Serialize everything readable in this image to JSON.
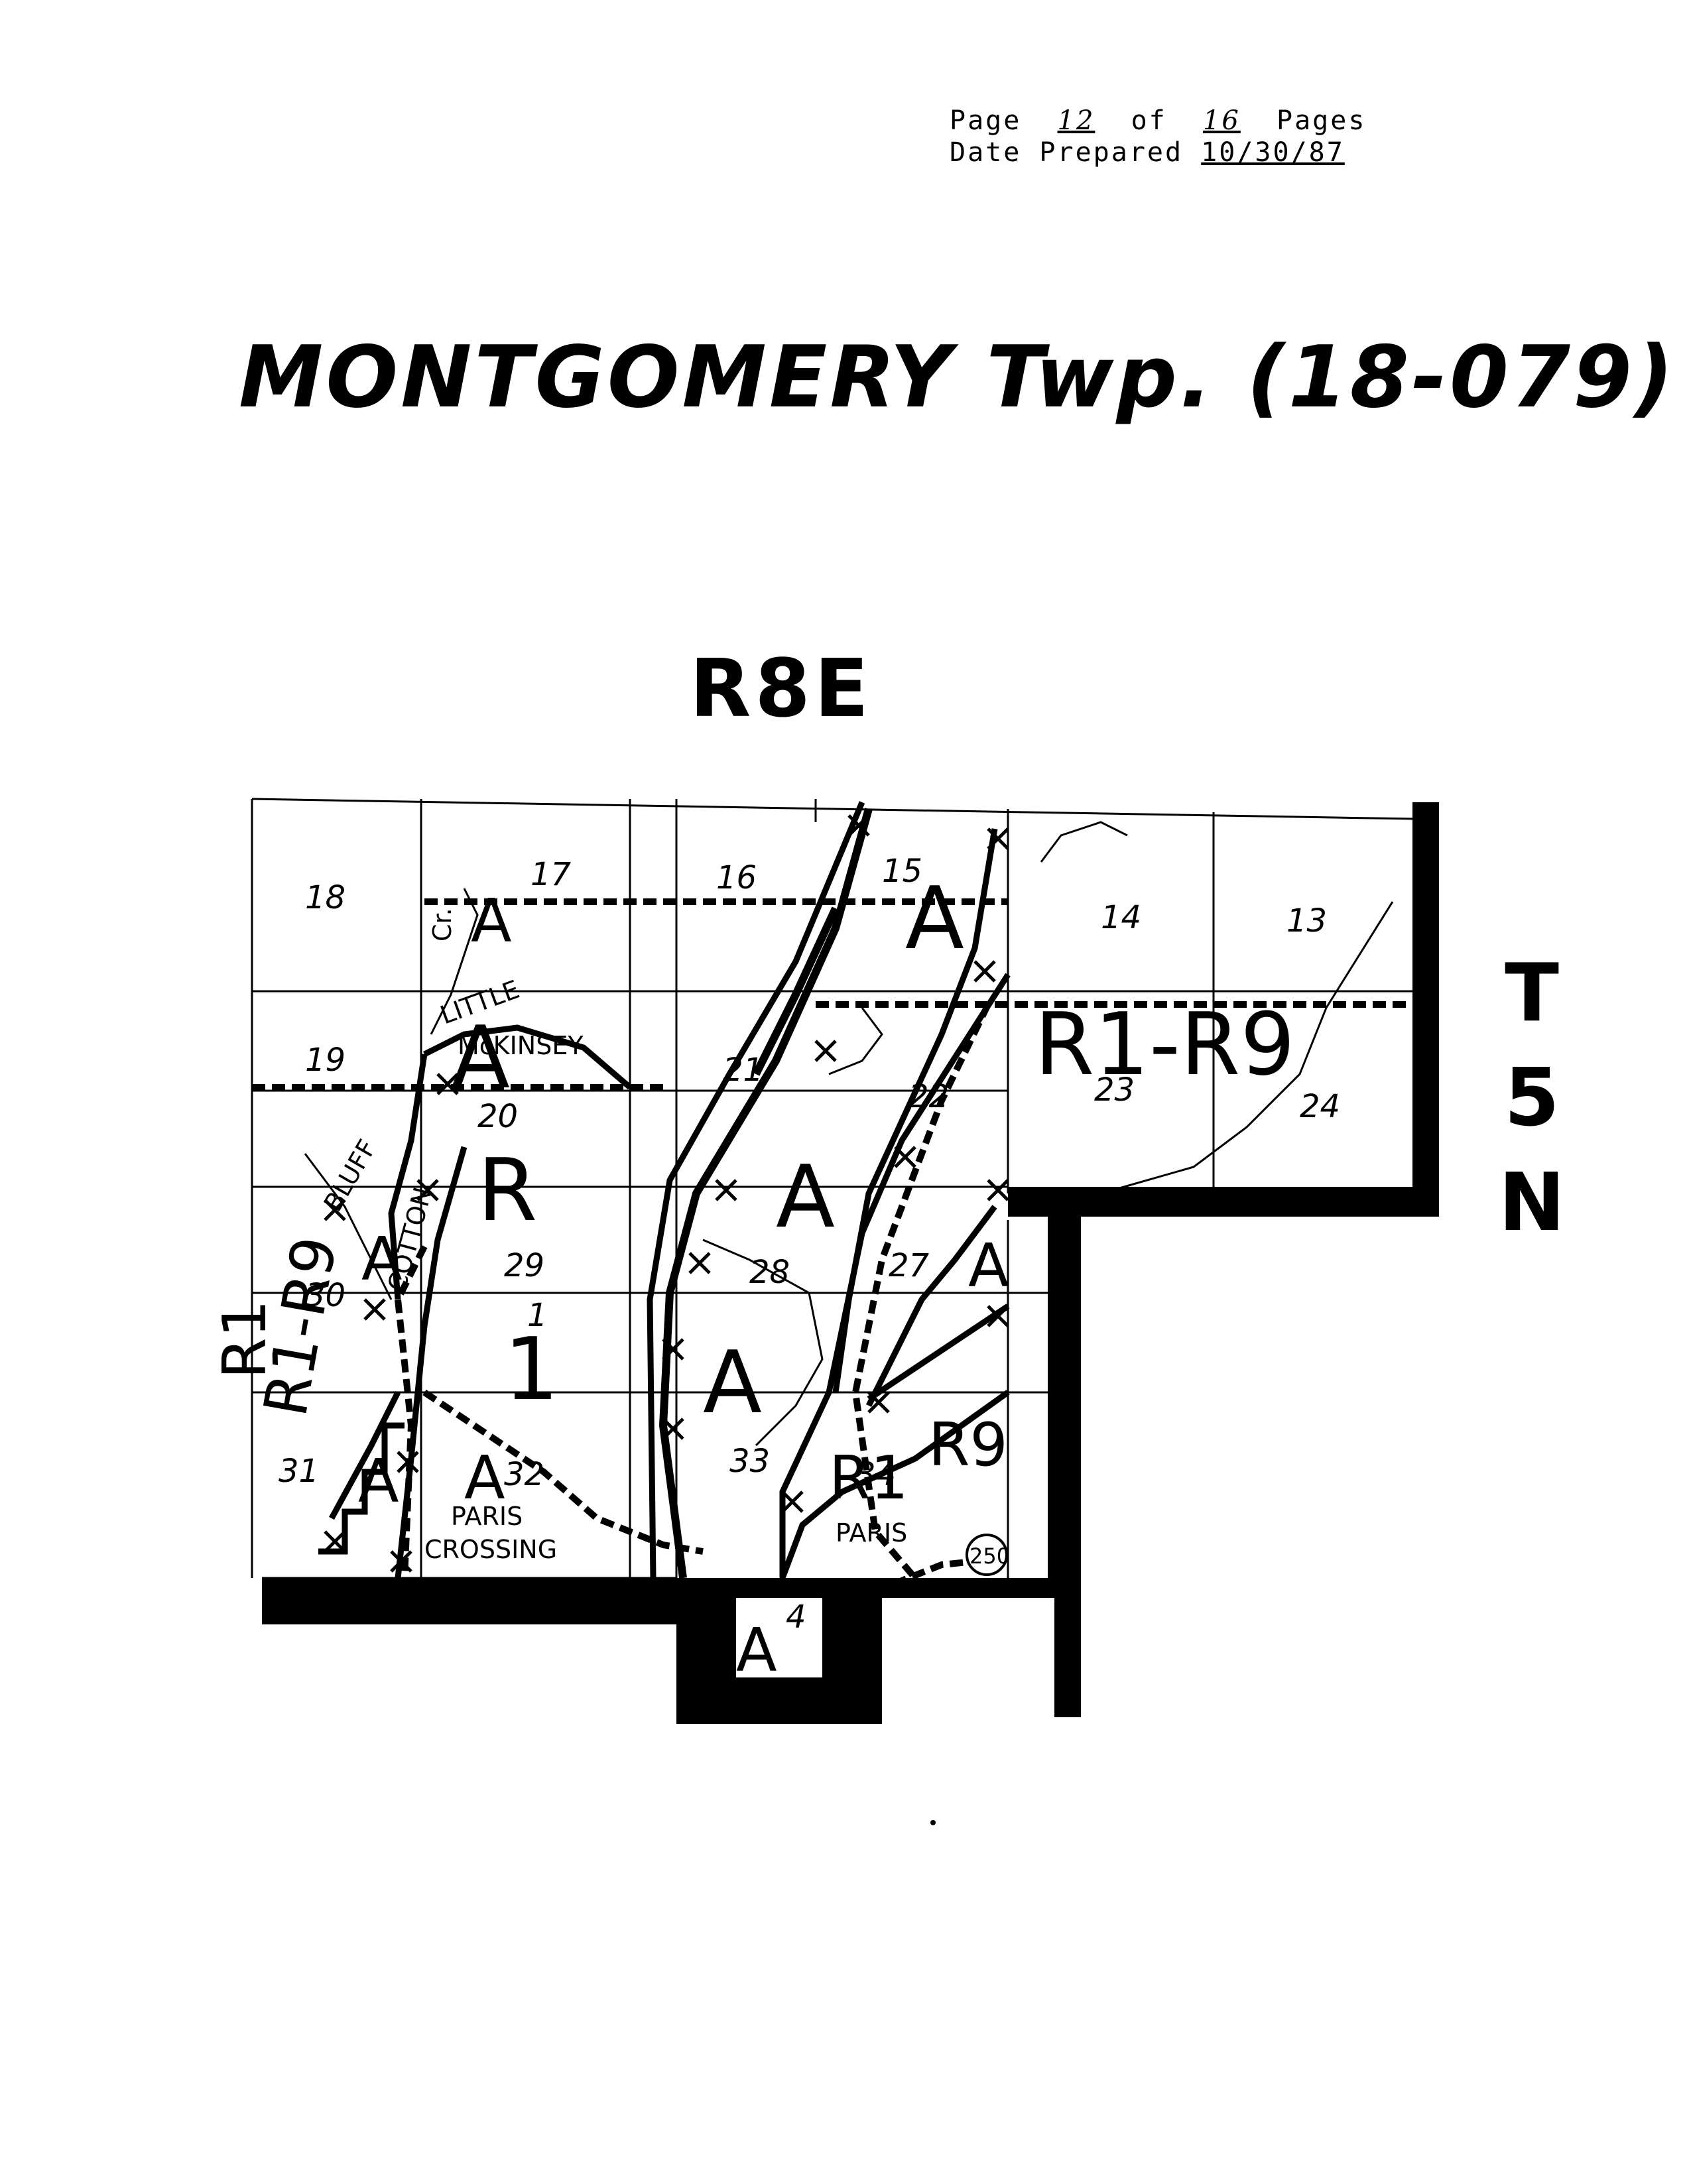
{
  "header": {
    "page_label": "Page",
    "page_number": "12",
    "of_label": "of",
    "total_pages": "16",
    "pages_label": "Pages",
    "date_label": "Date Prepared",
    "date_value": "10/30/87"
  },
  "title": "MONTGOMERY Twp. (18-079)",
  "range_label": "R8E",
  "township_label": [
    "T",
    "5",
    "N"
  ],
  "map": {
    "sections": [
      "18",
      "17",
      "16",
      "15",
      "14",
      "13",
      "19",
      "21",
      "22",
      "23",
      "24",
      "20",
      "29",
      "28",
      "27",
      "30",
      "1",
      "31",
      "32",
      "33",
      "34",
      "4"
    ],
    "places": [
      "LITTLE",
      "McKINSEY",
      "PARIS",
      "CROSSING",
      "PARIS",
      "BLUFF",
      "COTTON",
      "Cr.",
      "250"
    ],
    "zones": [
      "A",
      "R1-R9",
      "A",
      "R",
      "A",
      "A",
      "A",
      "A",
      "R1-R9",
      "A",
      "A",
      "R1",
      "R9",
      "1",
      "A",
      "R1",
      "A"
    ]
  }
}
